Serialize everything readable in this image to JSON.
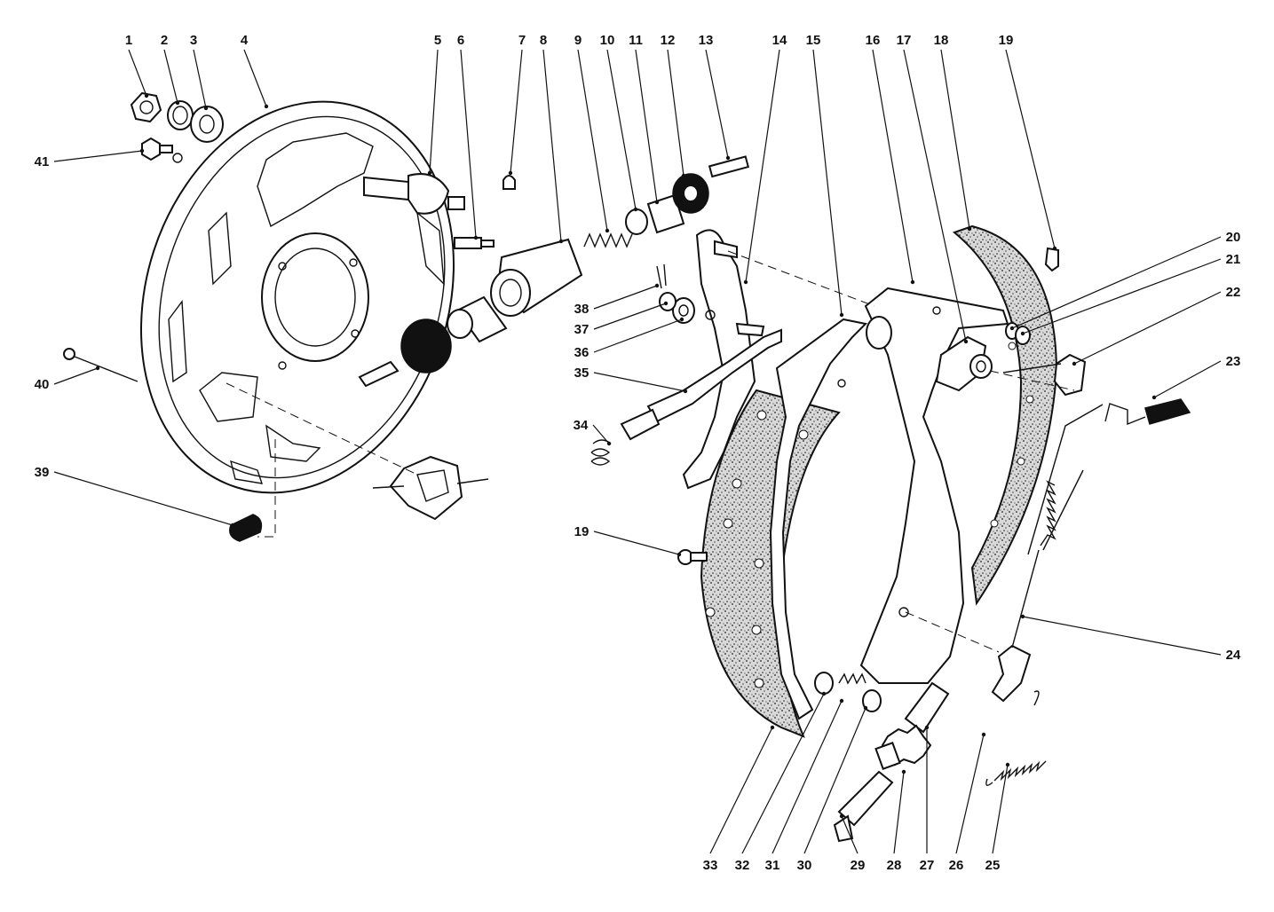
{
  "diagram": {
    "callouts": [
      {
        "id": "c1",
        "text": "1"
      },
      {
        "id": "c2",
        "text": "2"
      },
      {
        "id": "c3",
        "text": "3"
      },
      {
        "id": "c4",
        "text": "4"
      },
      {
        "id": "c5",
        "text": "5"
      },
      {
        "id": "c6",
        "text": "6"
      },
      {
        "id": "c7",
        "text": "7"
      },
      {
        "id": "c8",
        "text": "8"
      },
      {
        "id": "c9",
        "text": "9"
      },
      {
        "id": "c10",
        "text": "10"
      },
      {
        "id": "c11",
        "text": "11"
      },
      {
        "id": "c12",
        "text": "12"
      },
      {
        "id": "c13",
        "text": "13"
      },
      {
        "id": "c14",
        "text": "14"
      },
      {
        "id": "c15",
        "text": "15"
      },
      {
        "id": "c16",
        "text": "16"
      },
      {
        "id": "c17",
        "text": "17"
      },
      {
        "id": "c18",
        "text": "18"
      },
      {
        "id": "c19a",
        "text": "19"
      },
      {
        "id": "c20",
        "text": "20"
      },
      {
        "id": "c21",
        "text": "21"
      },
      {
        "id": "c22",
        "text": "22"
      },
      {
        "id": "c23",
        "text": "23"
      },
      {
        "id": "c24",
        "text": "24"
      },
      {
        "id": "c25",
        "text": "25"
      },
      {
        "id": "c26",
        "text": "26"
      },
      {
        "id": "c27",
        "text": "27"
      },
      {
        "id": "c28",
        "text": "28"
      },
      {
        "id": "c29",
        "text": "29"
      },
      {
        "id": "c30",
        "text": "30"
      },
      {
        "id": "c31",
        "text": "31"
      },
      {
        "id": "c32",
        "text": "32"
      },
      {
        "id": "c33",
        "text": "33"
      },
      {
        "id": "c34",
        "text": "34"
      },
      {
        "id": "c35",
        "text": "35"
      },
      {
        "id": "c36",
        "text": "36"
      },
      {
        "id": "c37",
        "text": "37"
      },
      {
        "id": "c38",
        "text": "38"
      },
      {
        "id": "c39",
        "text": "39"
      },
      {
        "id": "c40",
        "text": "40"
      },
      {
        "id": "c41",
        "text": "41"
      },
      {
        "id": "c19b",
        "text": "19"
      }
    ]
  }
}
